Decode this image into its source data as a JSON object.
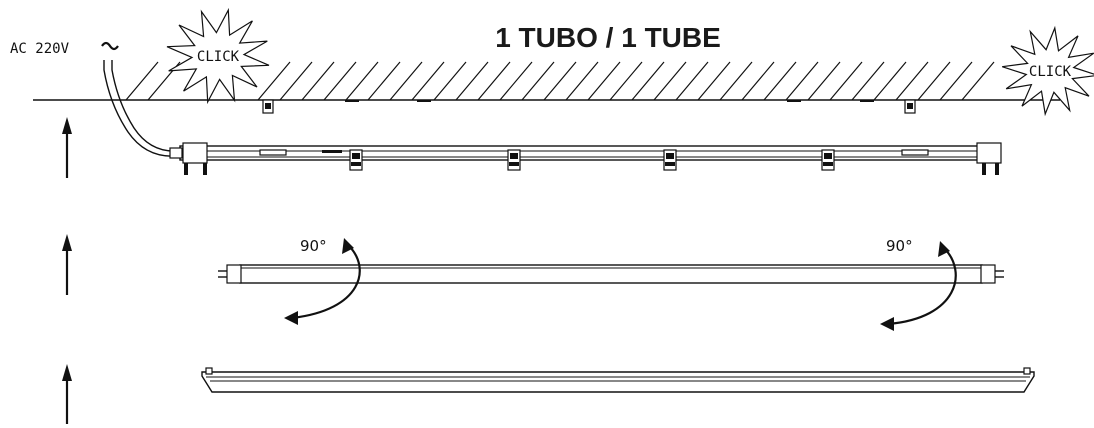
{
  "title": "1 TUBO / 1 TUBE",
  "power": {
    "label": "AC  220V",
    "symbol": "~"
  },
  "burst_left": {
    "text": "CLICK"
  },
  "burst_right": {
    "text": "CLICK"
  },
  "rotation_left": {
    "text": "90°"
  },
  "rotation_right": {
    "text": "90°"
  },
  "colors": {
    "line": "#111111",
    "background": "#ffffff"
  },
  "steps": [
    {
      "name": "fixture-body-mounting",
      "arrow_icon": "up-arrow-icon"
    },
    {
      "name": "tube-insert-rotate",
      "arrow_icon": "up-arrow-icon"
    },
    {
      "name": "diffuser-cover",
      "arrow_icon": "up-arrow-icon"
    }
  ]
}
